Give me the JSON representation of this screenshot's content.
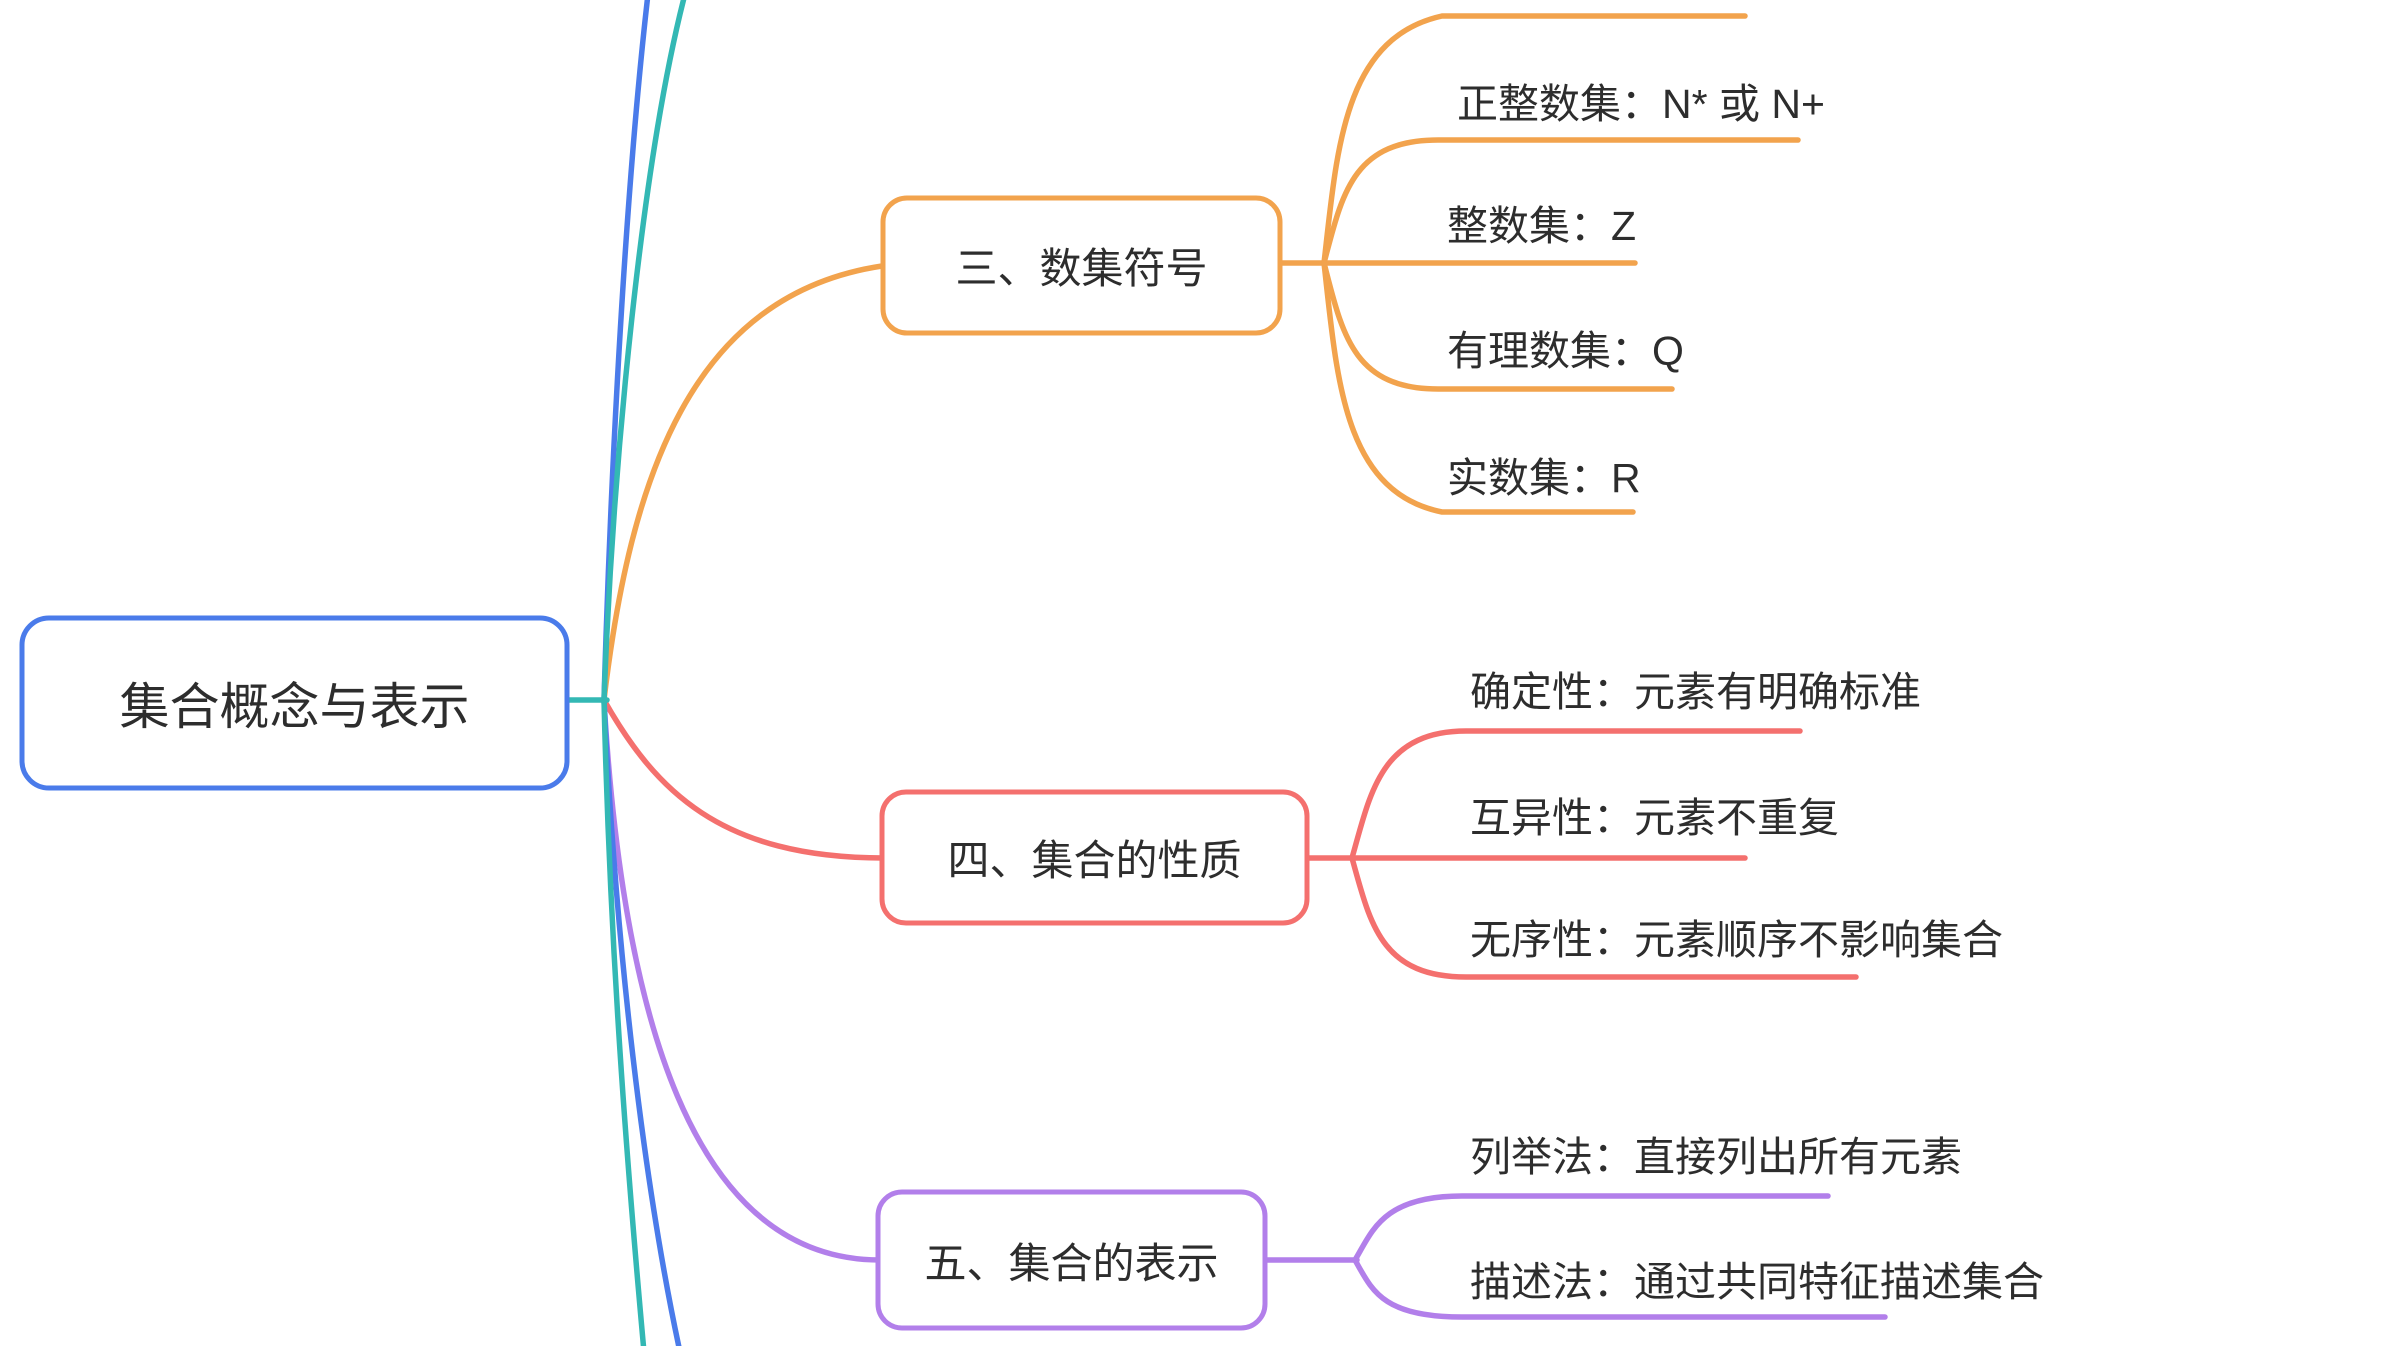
{
  "palette": {
    "blue": "#4A7BEA",
    "teal": "#33B8B4",
    "orange": "#F2A34D",
    "coral": "#F4706E",
    "purple": "#B27FEA",
    "text": "#2D2D2D",
    "background": "#FFFFFF"
  },
  "root": {
    "label": "集合概念与表示"
  },
  "branches": [
    {
      "label": "三、数集符号",
      "color": "#F2A34D",
      "children": [
        "正整数集：N* 或 N+",
        "整数集：Z",
        "有理数集：Q",
        "实数集：R"
      ]
    },
    {
      "label": "四、集合的性质",
      "color": "#F4706E",
      "children": [
        "确定性：元素有明确标准",
        "互异性：元素不重复",
        "无序性：元素顺序不影响集合"
      ]
    },
    {
      "label": "五、集合的表示",
      "color": "#B27FEA",
      "children": [
        "列举法：直接列出所有元素",
        "描述法：通过共同特征描述集合"
      ]
    }
  ]
}
